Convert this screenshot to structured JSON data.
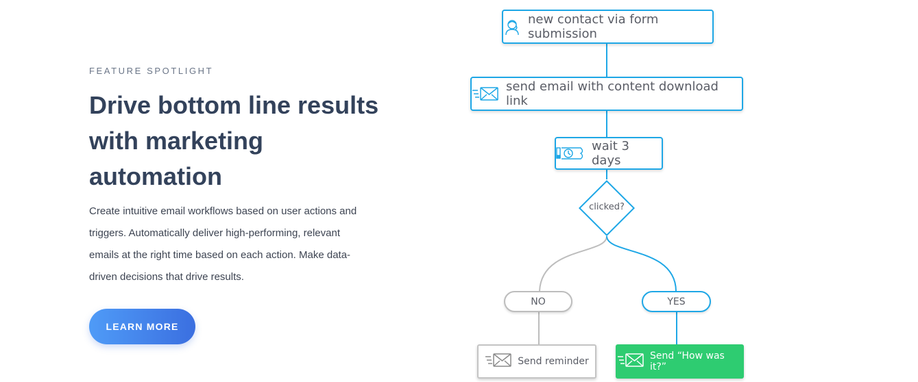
{
  "feature": {
    "eyebrow": "FEATURE SPOTLIGHT",
    "headline": "Drive bottom line results with marketing automation",
    "body": "Create intuitive email workflows based on user actions and triggers. Automatically deliver high-performing, relevant emails at the right time based on each action. Make data-driven decisions that drive results.",
    "cta_label": "LEARN MORE"
  },
  "workflow": {
    "trigger": {
      "label": "new contact via form submission",
      "icon": "contact-person-icon"
    },
    "step_email": {
      "label": "send email with content download link",
      "icon": "email-icon"
    },
    "step_wait": {
      "label": "wait 3 days",
      "icon": "clock-icon"
    },
    "decision": {
      "label": "clicked?"
    },
    "branch_no": {
      "label": "NO"
    },
    "branch_yes": {
      "label": "YES"
    },
    "action_no": {
      "label": "Send reminder",
      "icon": "email-icon"
    },
    "action_yes": {
      "label": "Send “How was it?”",
      "icon": "email-icon"
    },
    "colors": {
      "active": "#1ea7e6",
      "inactive": "#bdbdbd",
      "success": "#2ecc71"
    }
  }
}
